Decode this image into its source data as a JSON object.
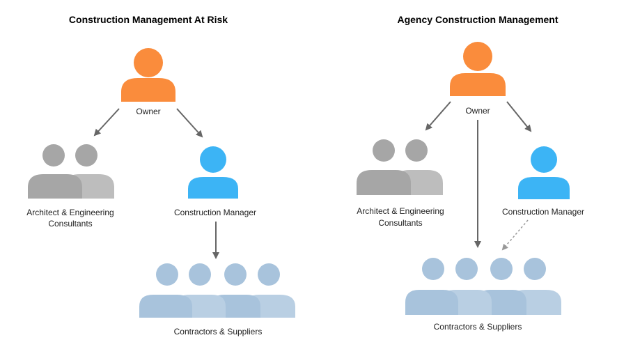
{
  "colors": {
    "owner": "#fa8c3c",
    "manager": "#3cb4f5",
    "consultants": "#a6a6a6",
    "contractors": "#a8c3dc",
    "arrow": "#666666"
  },
  "icons": {
    "owner": "person-icon",
    "manager": "person-icon",
    "consultants": "people-group-icon",
    "contractors": "people-group-icon"
  },
  "left": {
    "title": "Construction Management At Risk",
    "owner_label": "Owner",
    "consultants_label_line1": "Architect & Engineering",
    "consultants_label_line2": "Consultants",
    "manager_label": "Construction Manager",
    "contractors_label": "Contractors & Suppliers"
  },
  "right": {
    "title": "Agency Construction Management",
    "owner_label": "Owner",
    "consultants_label_line1": "Architect & Engineering",
    "consultants_label_line2": "Consultants",
    "manager_label": "Construction Manager",
    "contractors_label": "Contractors & Suppliers"
  }
}
